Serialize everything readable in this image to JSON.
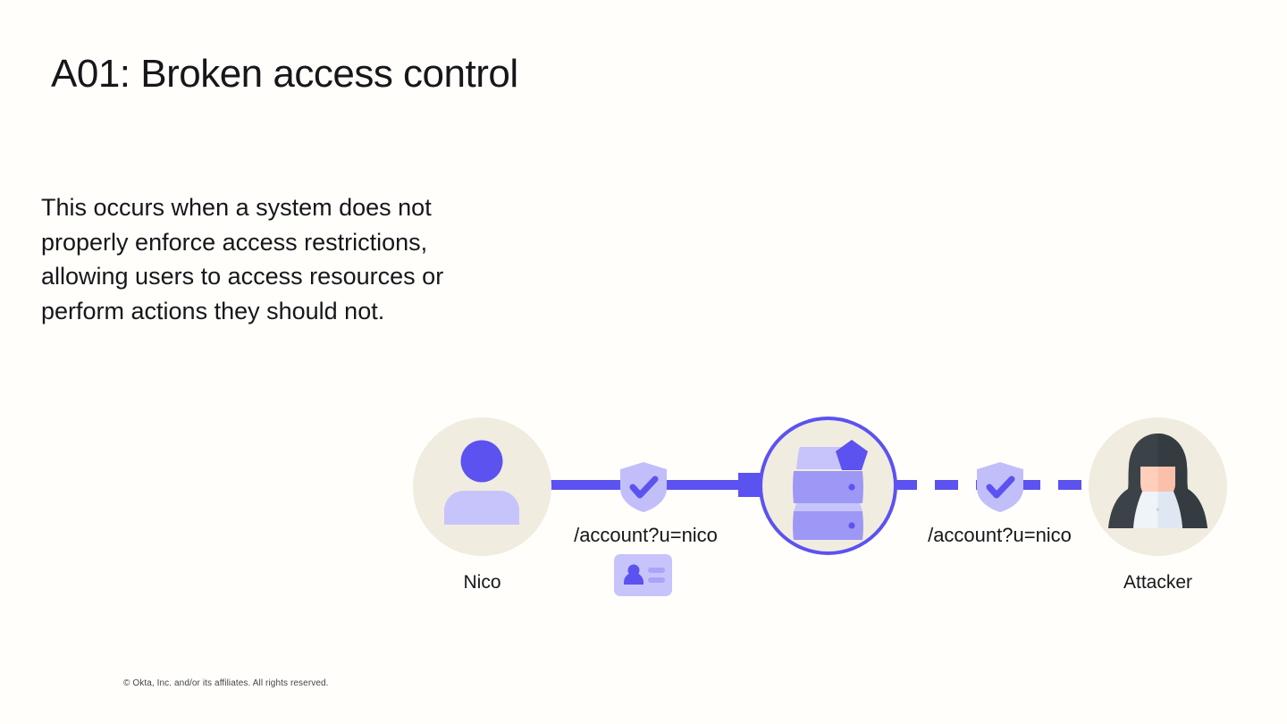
{
  "slide": {
    "title": "A01: Broken access control",
    "body": "This occurs when a system does not properly enforce access restrictions, allowing users to access resources or perform actions they should not.",
    "footer": "© Okta, Inc. and/or its affiliates. All rights reserved."
  },
  "colors": {
    "background": "#fffefb",
    "text": "#17171a",
    "accent_indigo": "#5c52f0",
    "accent_lavender": "#c2befa",
    "accent_lavender_light": "#d5d2fb",
    "avatar_cream": "#f1ece0",
    "attacker_hood": "#3b4349",
    "attacker_hood_dark": "#2e363c",
    "attacker_skin": "#ffcfbb",
    "attacker_shirt": "#eff4f9"
  },
  "diagram": {
    "nodes": [
      {
        "id": "nico",
        "caption": "Nico",
        "icon": "user-avatar-icon"
      },
      {
        "id": "server",
        "caption": "",
        "icon": "server-stack-icon"
      },
      {
        "id": "attacker",
        "caption": "Attacker",
        "icon": "hooded-attacker-icon"
      }
    ],
    "requests": [
      {
        "id": "legit-request",
        "url": "/account?u=nico",
        "line_style": "solid",
        "badge": "shield-check-icon",
        "credential": "id-card-icon"
      },
      {
        "id": "attacker-request",
        "url": "/account?u=nico",
        "line_style": "dashed",
        "badge": "shield-check-icon",
        "credential": null
      }
    ],
    "server_badge": "pentagon-badge-icon"
  }
}
